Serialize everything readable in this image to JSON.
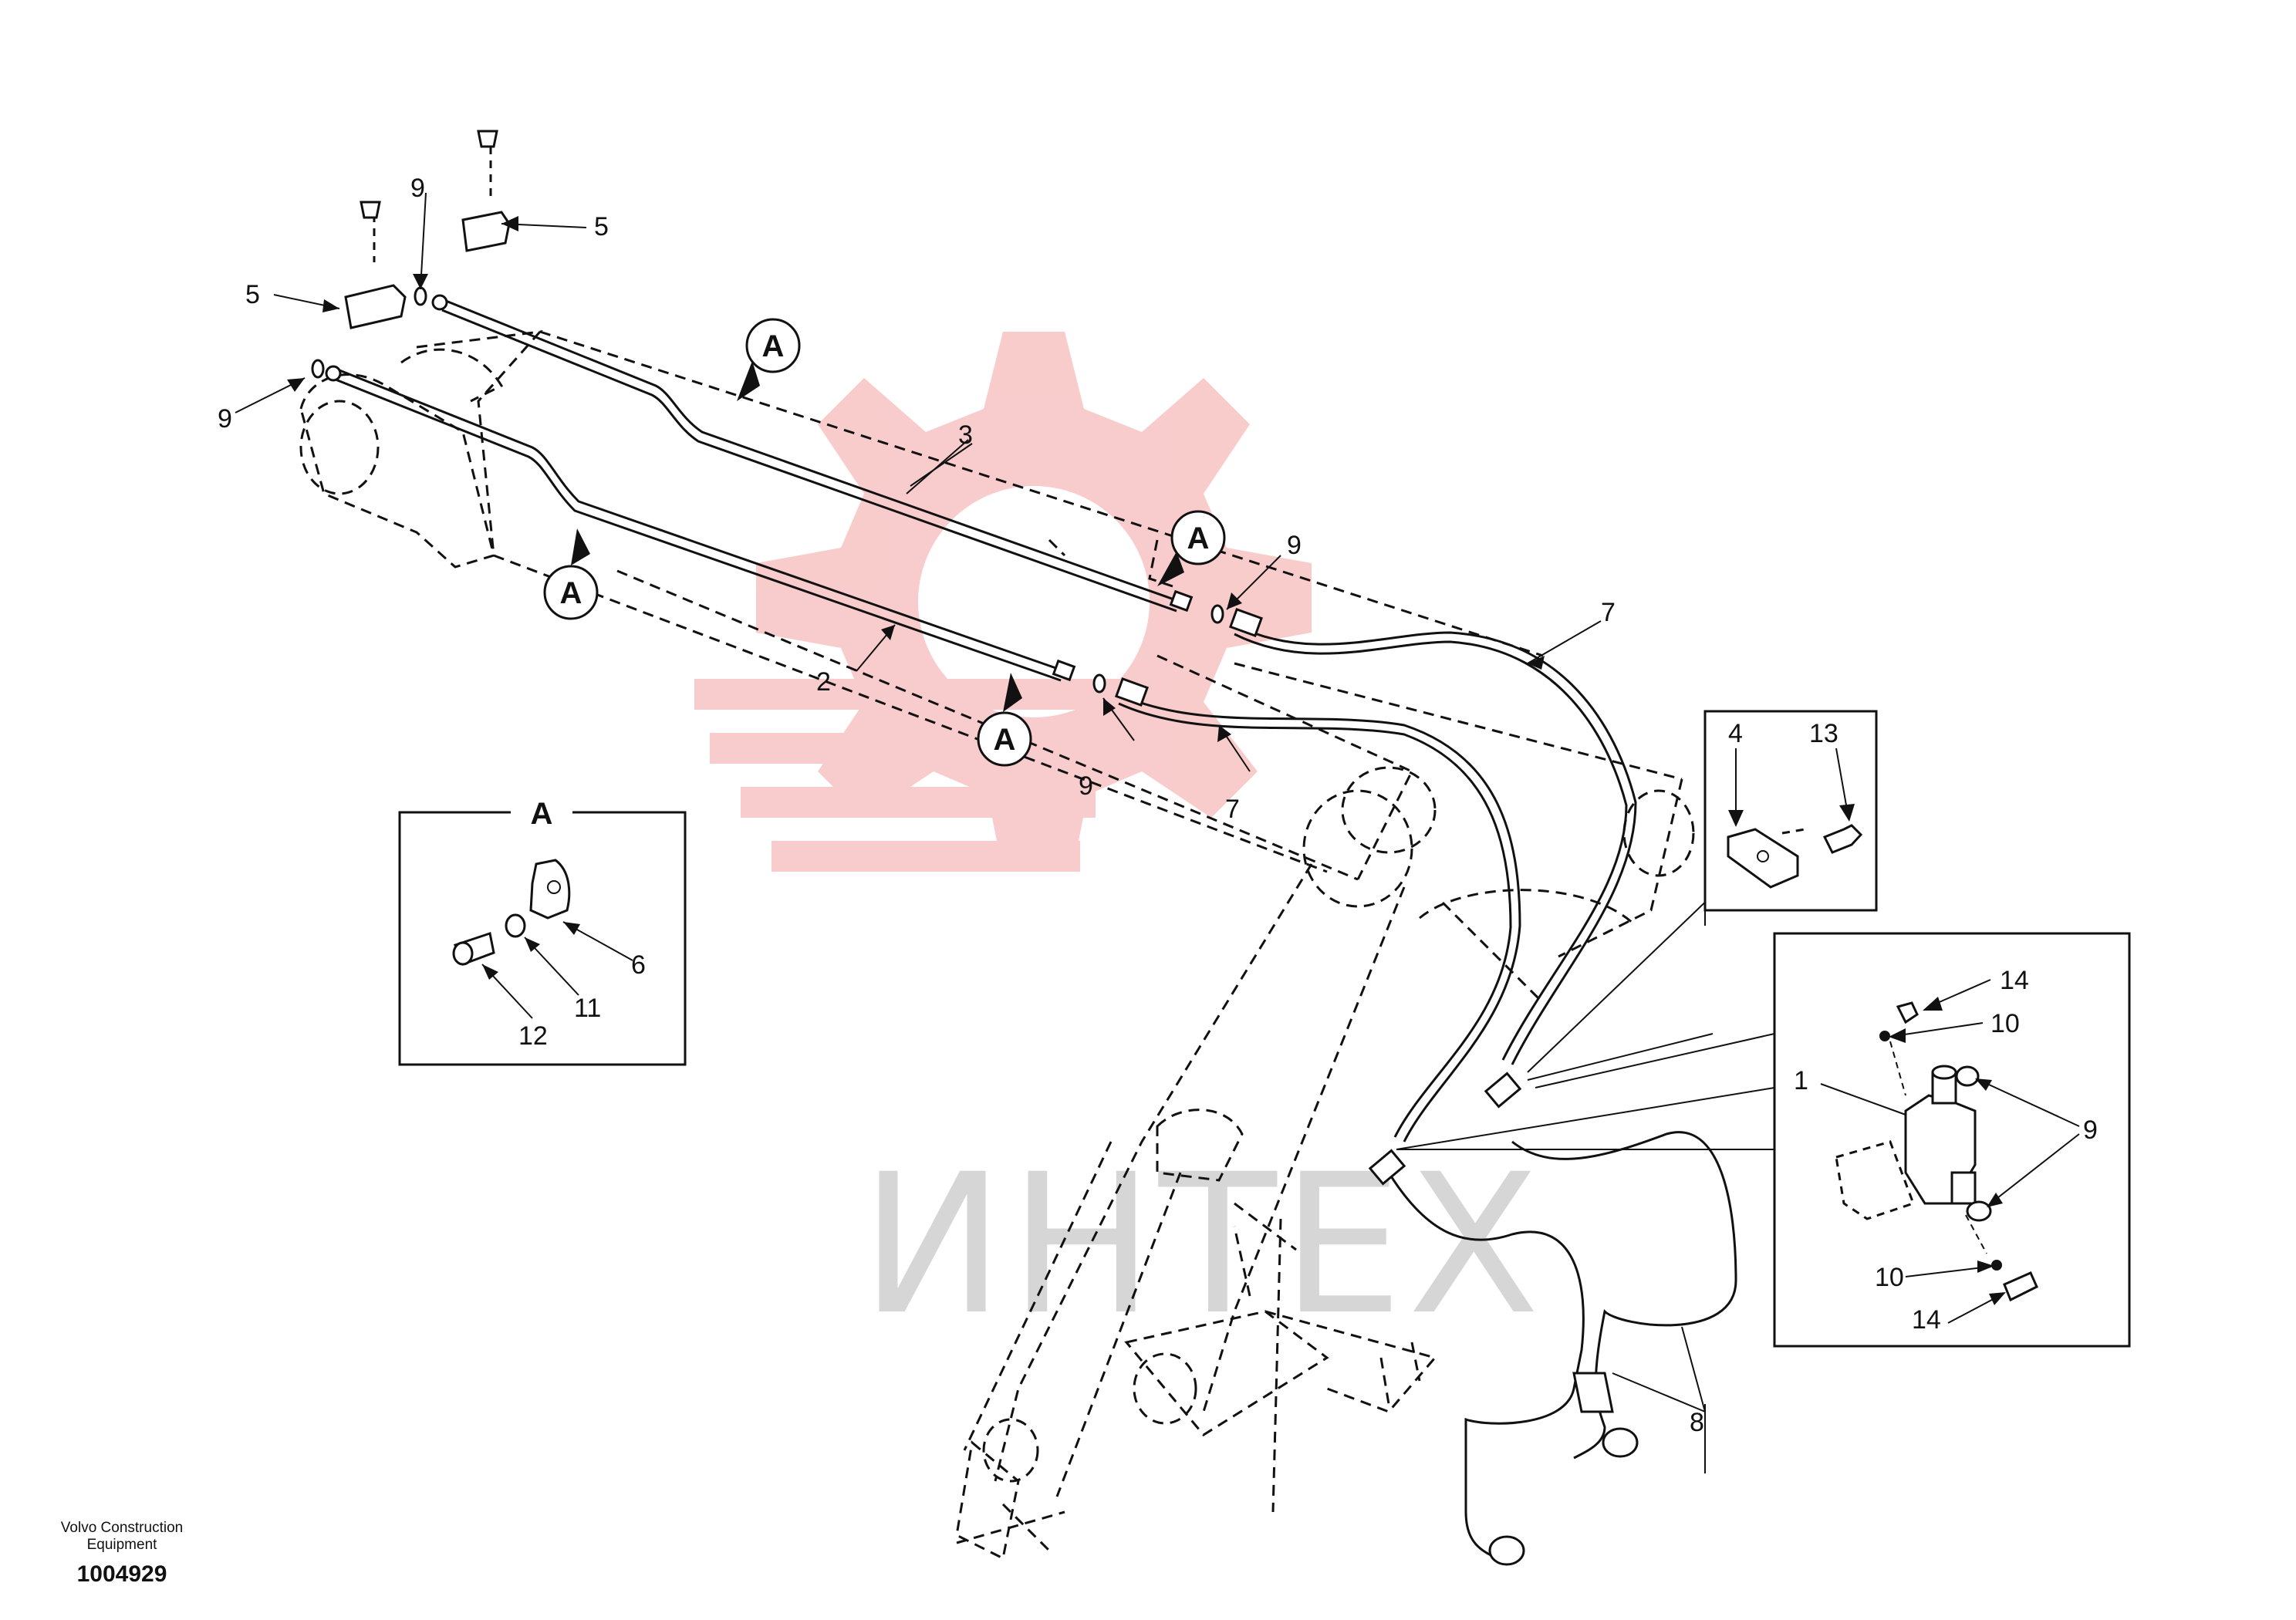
{
  "watermark": {
    "text": "ИНТЕХ",
    "gear_color": "#f4a3a3"
  },
  "callouts": {
    "c1": "1",
    "c2": "2",
    "c3": "3",
    "c4": "4",
    "c5a": "5",
    "c5b": "5",
    "c6": "6",
    "c7a": "7",
    "c7b": "7",
    "c8": "8",
    "c9a": "9",
    "c9b": "9",
    "c9c": "9",
    "c9d": "9",
    "c9e": "9",
    "c10a": "10",
    "c10b": "10",
    "c11": "11",
    "c12": "12",
    "c13": "13",
    "c14a": "14",
    "c14b": "14"
  },
  "view_markers": {
    "m1": "A",
    "m2": "A",
    "m3": "A",
    "m4": "A"
  },
  "detail_a": {
    "title": "A"
  },
  "footer": {
    "brand_line1": "Volvo Construction",
    "brand_line2": "Equipment",
    "doc_number": "1004929"
  }
}
